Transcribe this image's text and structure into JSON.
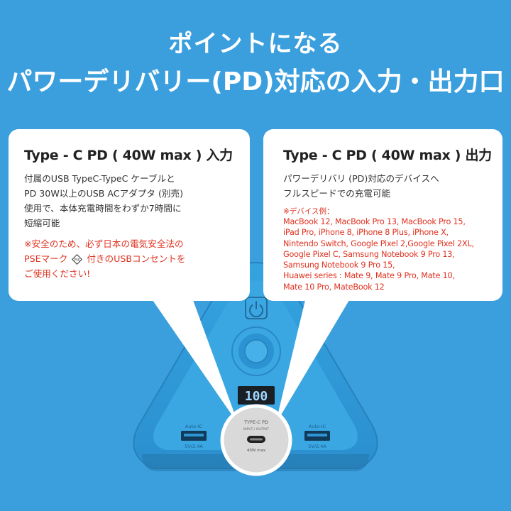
{
  "headline": {
    "line1": "ポイントになる",
    "line2": "パワーデリバリー(PD)対応の入力・出力口"
  },
  "left_card": {
    "title": "Type - C PD ( 40W max ) 入力",
    "body": [
      "付属のUSB TypeC-TypeC ケーブルと",
      "PD 30W以上のUSB ACアダプタ (別売)",
      "使用で、本体充電時間をわずか7時間に",
      "短縮可能"
    ],
    "warning_line1": "※安全のため、必ず日本の電気安全法の",
    "warning_line2_before": "PSEマーク",
    "warning_line2_after": "付きのUSBコンセントを",
    "warning_line3": "ご使用ください!",
    "pse_badge": "PSE"
  },
  "right_card": {
    "title": "Type - C PD ( 40W max ) 出力",
    "body": [
      "パワーデリバリ (PD)対応のデバイスへ",
      "フルスピードでの充電可能"
    ],
    "examples_title": "※デバイス例：",
    "examples": [
      "MacBook 12, MacBook Pro 13, MacBook Pro 15,",
      "iPad Pro, iPhone 8, iPhone 8 Plus, iPhone X,",
      "Nintendo Switch, Google Pixel 2,Google Pixel 2XL,",
      "Google Pixel C, Samsung Notebook 9 Pro 13,",
      "Samsung Notebook 9 Pro 15,",
      "Huawei series : Mate 9, Mate 9 Pro, Mate 10,",
      "Mate 10 Pro, MateBook 12"
    ]
  },
  "device": {
    "display": "100",
    "center_port": {
      "label": "TYPE-C PD",
      "sub": "INPUT / OUTPUT",
      "rating": "40W max"
    },
    "left_port": {
      "top": "Auto-IC",
      "bottom": "5V/2.4A"
    },
    "right_port": {
      "top": "Auto-IC",
      "bottom": "5V/2.4A"
    }
  },
  "colors": {
    "background": "#3b9fde",
    "device_blue": "#2f96d3",
    "warning_red": "#e0301e"
  }
}
